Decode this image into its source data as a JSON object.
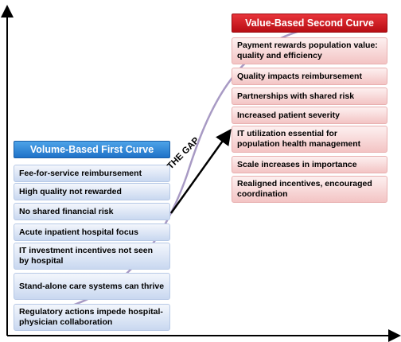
{
  "colors": {
    "first_header": "#1f72c8",
    "second_header": "#c4161c",
    "curve": "#a89ac4",
    "first_item_fill": "#dbe5f5",
    "second_item_fill": "#f7d6d6"
  },
  "first_curve": {
    "title": "Volume-Based First Curve",
    "items": [
      "Fee-for-service reimbursement",
      "High quality not rewarded",
      "No shared financial risk",
      "Acute inpatient hospital focus",
      "IT investment incentives not seen by hospital",
      "Stand-alone care systems can thrive",
      "Regulatory actions impede hospital-physician collaboration"
    ]
  },
  "second_curve": {
    "title": "Value-Based Second Curve",
    "items": [
      "Payment rewards population value: quality and efficiency",
      "Quality impacts reimbursement",
      "Partnerships with shared risk",
      "Increased patient severity",
      "IT utilization essential for population health management",
      "Scale increases in importance",
      "Realigned incentives, encouraged coordination"
    ]
  },
  "gap": {
    "label": "THE GAP"
  }
}
